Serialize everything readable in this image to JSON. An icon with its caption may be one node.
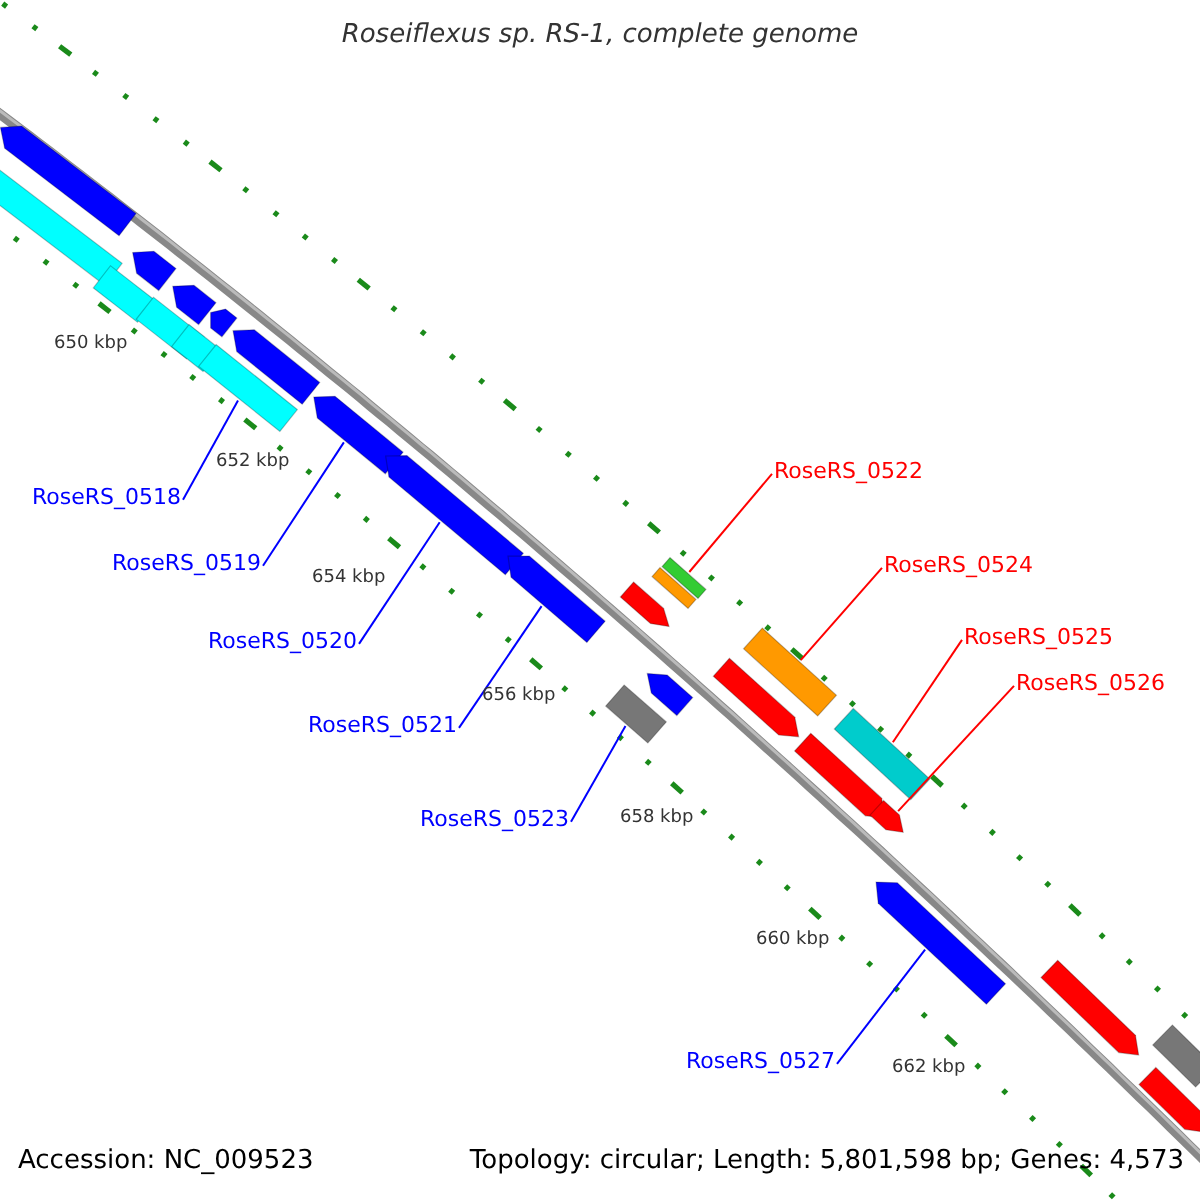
{
  "diagram": {
    "title": "Roseiflexus sp. RS-1, complete genome",
    "nodes": [
      {
        "text": [
          "RoseRS_0522"
        ]
      },
      {
        "text": [
          "RoseRS_0518"
        ]
      },
      {
        "text": [
          "RoseRS_0519"
        ]
      },
      {
        "text": [
          "RoseRS_0524"
        ]
      },
      {
        "text": [
          "RoseRS_0525"
        ]
      },
      {
        "text": [
          "RoseRS_0520"
        ]
      },
      {
        "text": [
          "RoseRS_0526"
        ]
      },
      {
        "text": [
          "RoseRS_0521"
        ]
      },
      {
        "text": [
          "RoseRS_0523"
        ]
      },
      {
        "text": [
          "RoseRS_0527"
        ]
      },
      {
        "text": [],
        "shape": "bar"
      },
      {
        "text": [],
        "shape": "bar"
      },
      {
        "text": [],
        "shape": "bar"
      },
      {
        "text": [],
        "shape": "bar"
      },
      {
        "text": [],
        "shape": "bar"
      },
      {
        "text": [],
        "shape": "bar"
      },
      {
        "text": [],
        "shape": "bar"
      },
      {
        "text": [],
        "shape": "bar"
      },
      {
        "text": [],
        "shape": "bar"
      },
      {
        "text": [],
        "shape": "bar"
      },
      {
        "text": [],
        "shape": "bar"
      },
      {
        "text": [],
        "shape": "bar"
      },
      {
        "text": [],
        "shape": "bar"
      },
      {
        "text": [],
        "shape": "bar"
      },
      {
        "text": [],
        "shape": "bar"
      },
      {
        "text": [],
        "shape": "bar"
      },
      {
        "text": [],
        "shape": "bar"
      },
      {
        "text": [],
        "shape": "bar"
      },
      {
        "text": [],
        "shape": "bar"
      },
      {
        "text": [],
        "shape": "bar"
      },
      {
        "text": [],
        "shape": "bar"
      },
      {
        "text": [],
        "shape": "bar"
      },
      {
        "text": [],
        "shape": "bar"
      },
      {
        "text": [],
        "shape": "bar"
      },
      {
        "text": [],
        "shape": "bar"
      },
      {
        "text": [],
        "shape": "bar"
      },
      {
        "text": [],
        "shape": "bar"
      }
    ],
    "edges": [
      {
        "from": 0,
        "to": 27,
        "arrow": "none",
        "color": "#ff0000"
      },
      {
        "from": 1,
        "to": 18,
        "arrow": "none"
      },
      {
        "from": 2,
        "to": 20,
        "arrow": "none"
      },
      {
        "from": 3,
        "to": 29,
        "arrow": "none",
        "color": "#ff0000"
      },
      {
        "from": 4,
        "to": 31,
        "arrow": "none",
        "color": "#ff0000"
      },
      {
        "from": 5,
        "to": 21,
        "arrow": "none"
      },
      {
        "from": 6,
        "to": 32,
        "arrow": "none",
        "color": "#ff0000"
      },
      {
        "from": 7,
        "to": 22,
        "arrow": "none"
      },
      {
        "from": 8,
        "to": 23,
        "arrow": "none"
      },
      {
        "from": 9,
        "to": 33,
        "arrow": "none"
      }
    ],
    "labels": [
      "650 kbp",
      "652 kbp",
      "654 kbp",
      "656 kbp",
      "658 kbp",
      "660 kbp",
      "662 kbp",
      "Accession: NC_009523",
      "Topology: circular; Length: 5,801,598 bp; Genes: 4,573"
    ]
  }
}
